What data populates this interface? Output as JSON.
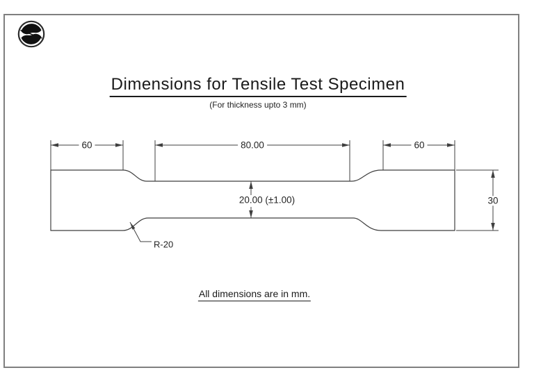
{
  "page": {
    "title": "Dimensions for Tensile Test Specimen",
    "subtitle": "(For thickness upto 3 mm)",
    "footer_note": "All dimensions are in mm."
  },
  "logo": {
    "icon": "s-monogram-logo-icon"
  },
  "drawing": {
    "type": "engineering-dimension-drawing",
    "part": "tensile-test-specimen (dog-bone)",
    "dimensions": {
      "left_grip_length": "60",
      "gauge_length": "80.00",
      "right_grip_length": "60",
      "gauge_width": "20.00 (±1.00)",
      "grip_width": "30",
      "fillet_radius": "R-20"
    }
  },
  "colors": {
    "ink": "#3f3f3f",
    "text": "#1f1f1f",
    "sheet_border": "#7f7f7f",
    "background": "#ffffff"
  }
}
